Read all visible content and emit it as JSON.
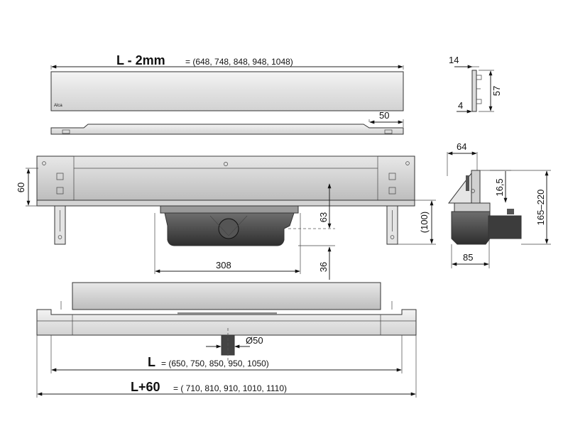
{
  "labels": {
    "grate_length": "L - 2mm",
    "grate_sizes": "= (648, 748, 848, 948, 1048)",
    "grate_brand": "Alca",
    "edge_50": "50",
    "profile_14": "14",
    "profile_57": "57",
    "profile_4": "4",
    "side_60": "60",
    "body_63": "63",
    "body_100": "(100)",
    "body_36": "36",
    "body_308": "308",
    "section_64": "64",
    "section_16_5": "16,5",
    "section_165_220": "165–220",
    "section_85": "85",
    "outlet_dia": "Ø50",
    "length_L": "L",
    "length_L_sizes": "= (650, 750, 850, 950, 1050)",
    "length_L60": "L+60",
    "length_L60_sizes": "= ( 710, 810, 910, 1010, 1110)"
  },
  "colors": {
    "outline": "#222222",
    "metal_light": "#e6e6e6",
    "metal_mid": "#c8c8c8",
    "metal_dark": "#8c8c8c",
    "trap_dark": "#3a3a3a"
  }
}
